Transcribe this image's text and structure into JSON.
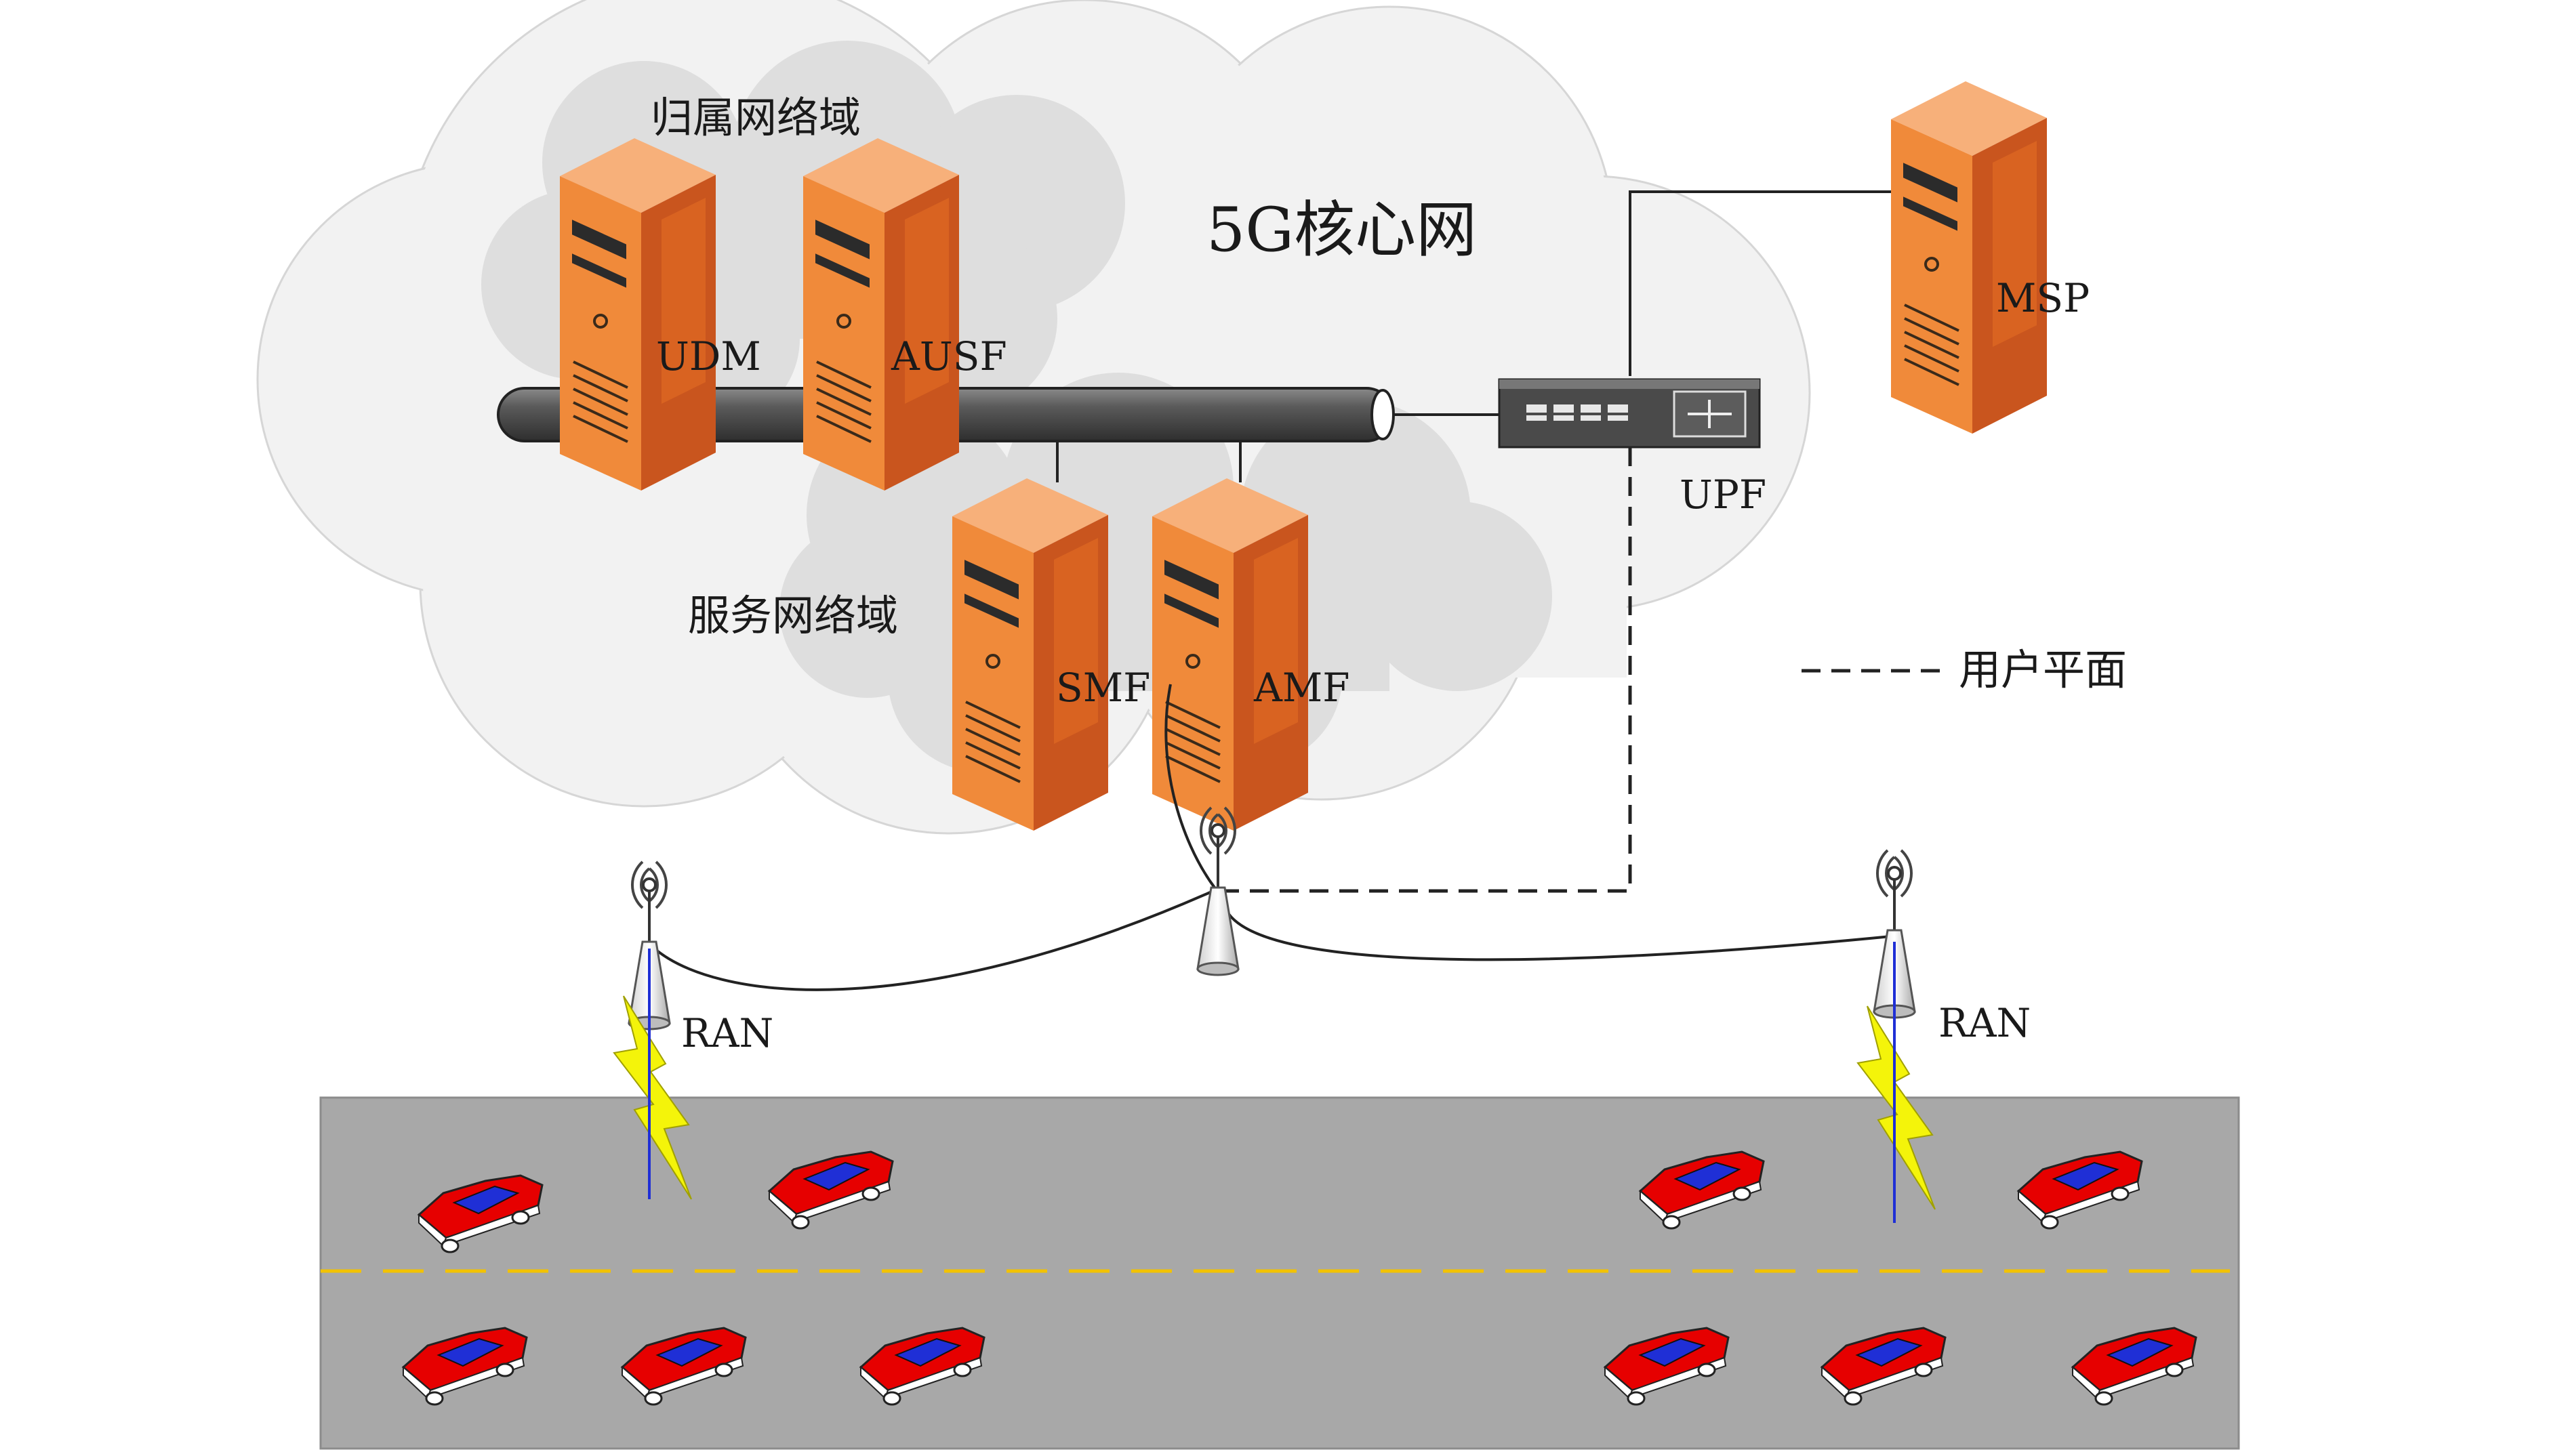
{
  "core_network": {
    "title": "5G核心网"
  },
  "home_domain": {
    "title": "归属网络域",
    "servers": [
      {
        "label": "UDM"
      },
      {
        "label": "AUSF"
      }
    ]
  },
  "serving_domain": {
    "title": "服务网络域",
    "servers": [
      {
        "label": "SMF"
      },
      {
        "label": "AMF"
      }
    ]
  },
  "upf": {
    "label": "UPF"
  },
  "msp": {
    "label": "MSP"
  },
  "ran": [
    {
      "label": "RAN"
    },
    {
      "label": "RAN"
    }
  ],
  "legend": {
    "user_plane": "用户平面"
  },
  "colors": {
    "cloud_outer": "#f2f2f2",
    "cloud_inner": "#dedede",
    "server_front": "#f08a3a",
    "server_side": "#c9551e",
    "road": "#a8a8a8",
    "lane_line": "#f2c200",
    "car_body": "#e60000",
    "car_window": "#1f2fd6",
    "lightning": "#f4f40a"
  },
  "icons": [
    "server-icon",
    "switch-icon",
    "antenna-icon",
    "lightning-icon",
    "car-icon"
  ]
}
